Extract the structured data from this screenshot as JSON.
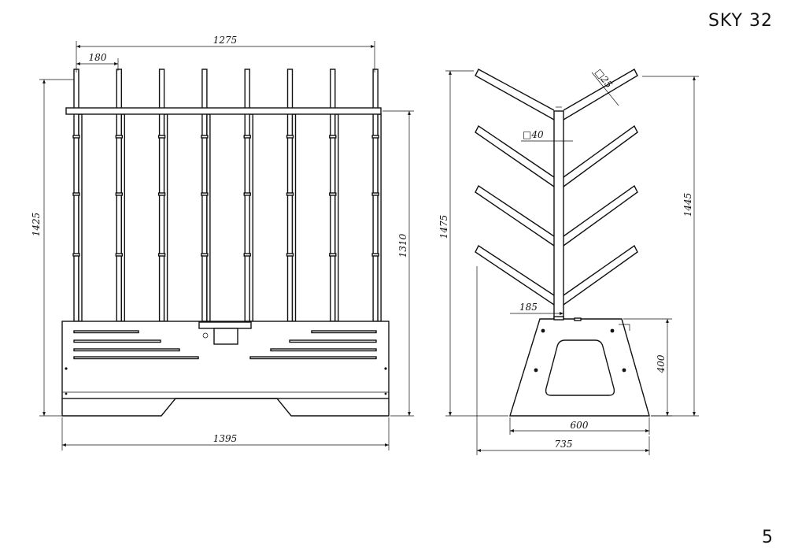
{
  "title": "SKY 32",
  "page_number": "5",
  "front_view": {
    "dim_total_width": "1275",
    "dim_spacing": "180",
    "dim_total_height": "1425",
    "dim_frame_height": "1310",
    "dim_base_width": "1395"
  },
  "side_view": {
    "dim_arm_profile": "□25",
    "dim_post_profile": "□40",
    "dim_total_height": "1475",
    "dim_arm_height": "1445",
    "dim_post_offset": "185",
    "dim_base_height": "400",
    "dim_base_top_width": "600",
    "dim_base_width": "735"
  }
}
